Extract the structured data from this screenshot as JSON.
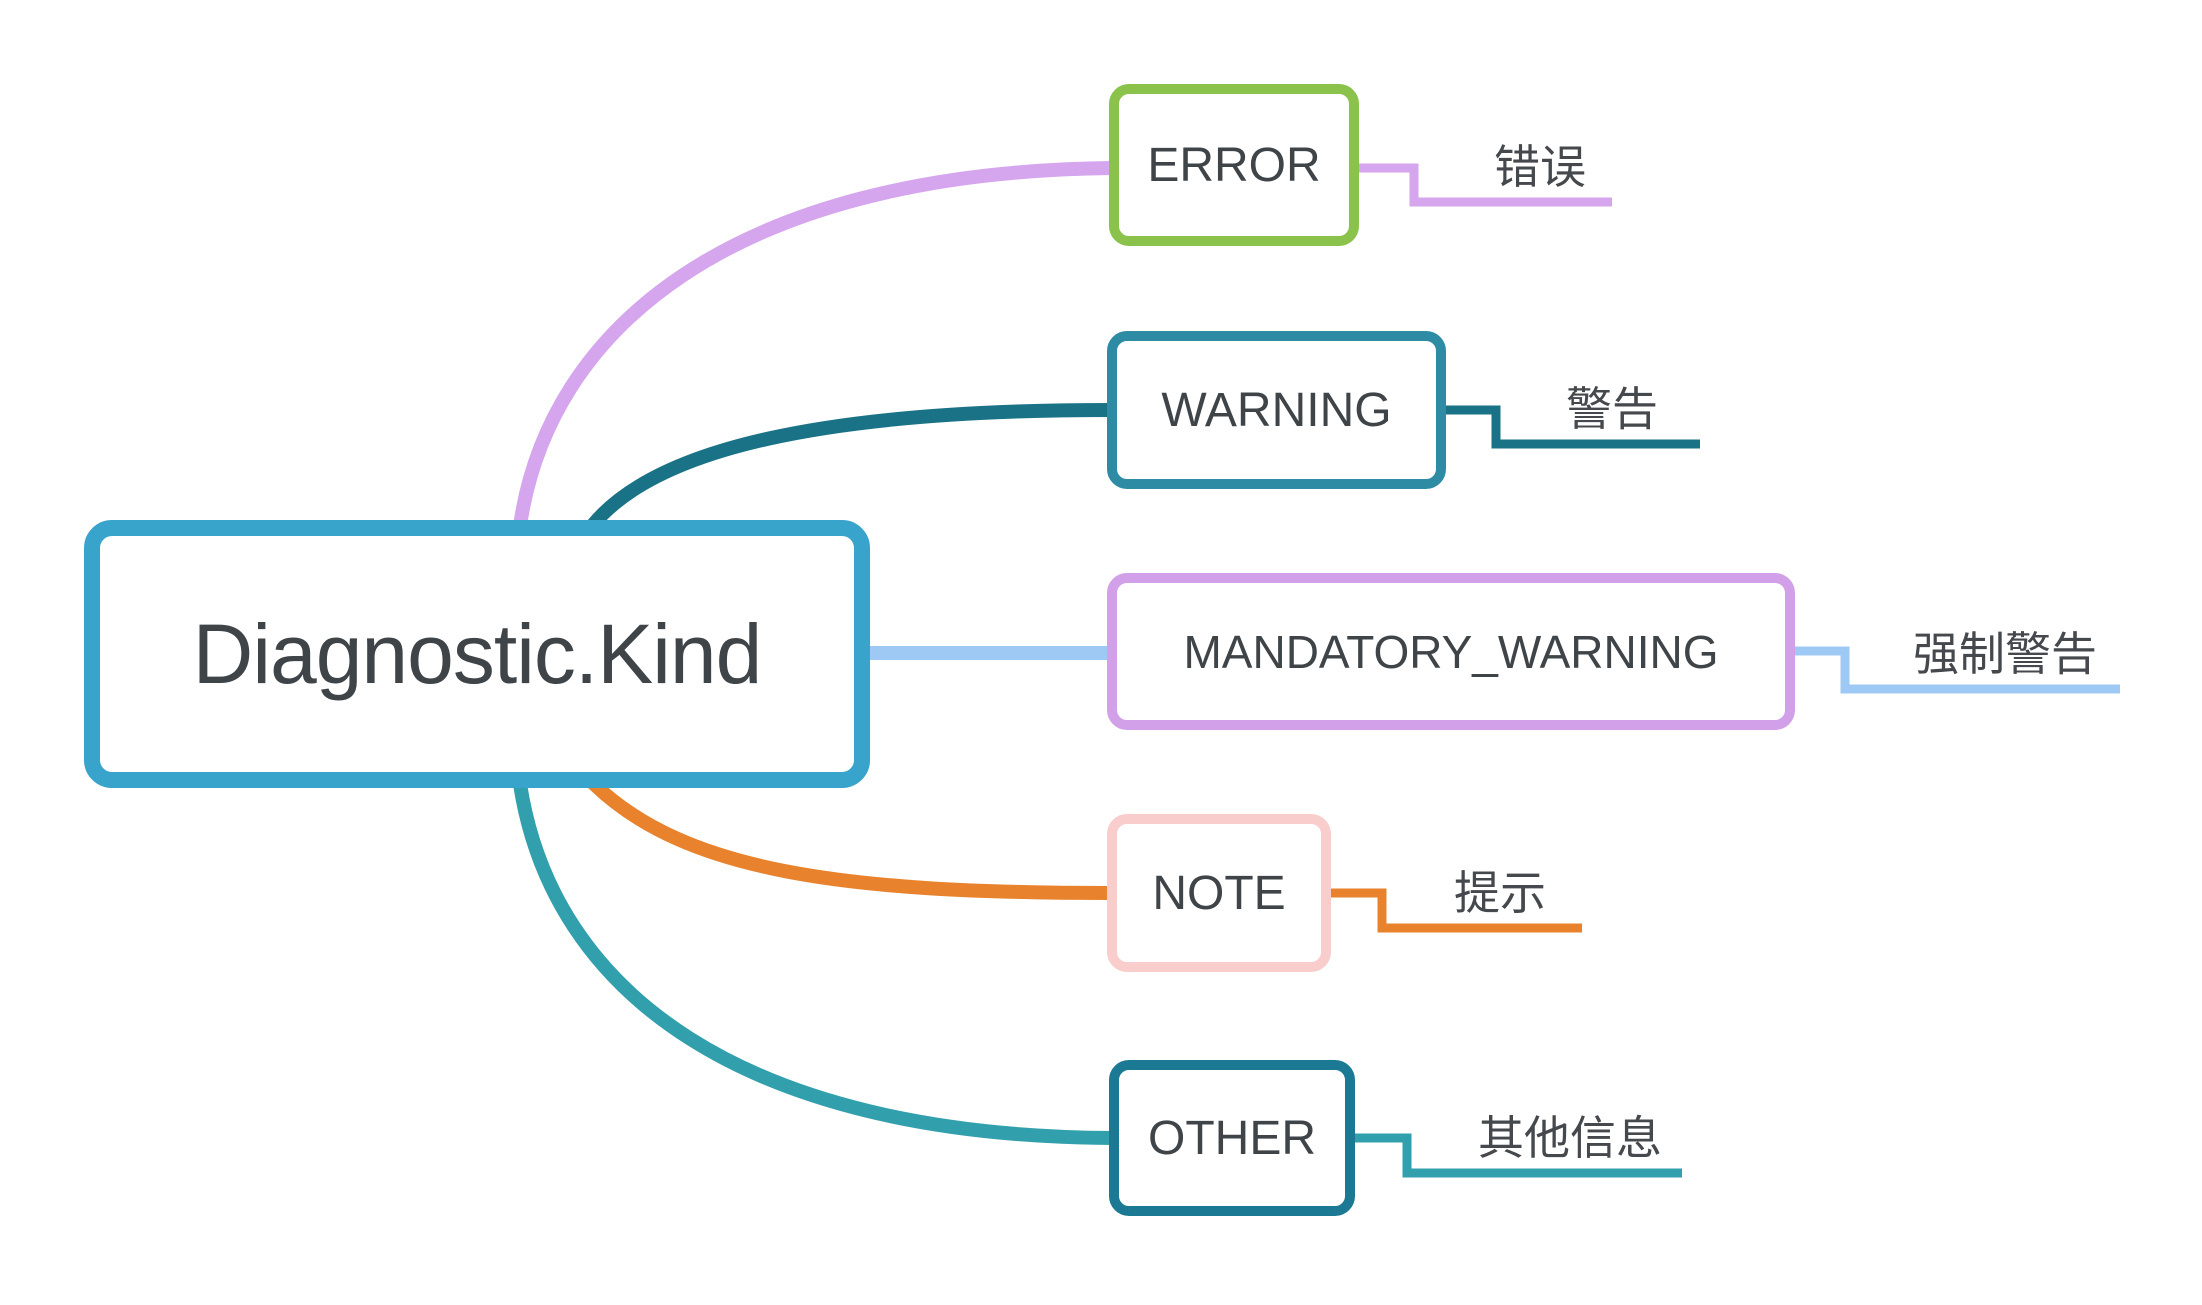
{
  "canvas": {
    "background_color": "#ffffff",
    "text_color": "#3f4448"
  },
  "root": {
    "label": "Diagnostic.Kind",
    "border_color": "#38a3cb"
  },
  "branches": [
    {
      "id": "error",
      "label": "ERROR",
      "sublabel": "错误",
      "box_border_color": "#8ac24b",
      "connector_color": "#d5a6ee"
    },
    {
      "id": "warning",
      "label": "WARNING",
      "sublabel": "警告",
      "box_border_color": "#2d8ca3",
      "connector_color": "#1a7286"
    },
    {
      "id": "mandatory_warning",
      "label": "MANDATORY_WARNING",
      "sublabel": "强制警告",
      "box_border_color": "#d2a0e8",
      "connector_color": "#9fc9f5"
    },
    {
      "id": "note",
      "label": "NOTE",
      "sublabel": "提示",
      "box_border_color": "#f8cdcc",
      "connector_color": "#e8822c"
    },
    {
      "id": "other",
      "label": "OTHER",
      "sublabel": "其他信息",
      "box_border_color": "#1b7993",
      "connector_color": "#31a0ac"
    }
  ]
}
